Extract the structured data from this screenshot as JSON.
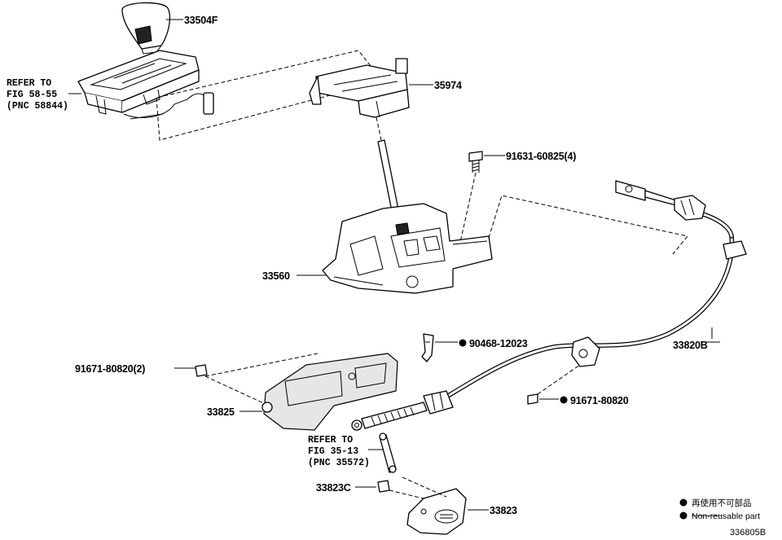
{
  "parts": {
    "knob": "33504F",
    "retainer": "35974",
    "bolt": "91631-60825(4)",
    "shift_lever": "33560",
    "cable": "33820B",
    "clip": "90468-12023",
    "nut_left": "91671-80820(2)",
    "cover": "33825",
    "nut_right": "91671-80820",
    "nut_bottom": "33823C",
    "bracket": "33823"
  },
  "references": [
    {
      "lines": [
        "REFER TO",
        "FIG 58-55",
        "(PNC 58844)"
      ]
    },
    {
      "lines": [
        "REFER TO",
        "FIG 35-13",
        "(PNC 35572)"
      ]
    }
  ],
  "legend": {
    "reusable_jp": "再使用不可部品",
    "non_reusable_en": "Non-reusable part"
  },
  "figure_id": "336805B"
}
